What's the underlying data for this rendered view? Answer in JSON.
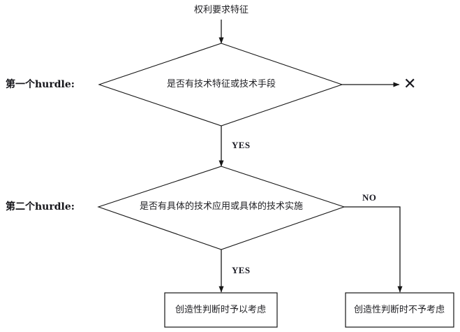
{
  "diagram": {
    "title_node": {
      "label": "权利要求特征"
    },
    "row_labels": [
      {
        "name": "first-hurdle",
        "label": "第一个hurdle:"
      },
      {
        "name": "second-hurdle",
        "label": "第二个hurdle:"
      }
    ],
    "decisions": [
      {
        "id": "decision-1",
        "label": "是否有技术特征或技术手段",
        "yes_label": "YES",
        "no_label": ""
      },
      {
        "id": "decision-2",
        "label": "是否有具体的技术应用或具体的技术实施",
        "yes_label": "YES",
        "no_label": "NO"
      }
    ],
    "terminals": [
      {
        "id": "reject-mark",
        "label": "✕",
        "icon": "cross-icon"
      },
      {
        "id": "outcome-consider",
        "label": "创造性判断时予以考虑"
      },
      {
        "id": "outcome-not-consider",
        "label": "创造性判断时不予考虑"
      }
    ],
    "colors": {
      "stroke": "#161616",
      "text": "#222226",
      "background": "#ffffff"
    }
  }
}
